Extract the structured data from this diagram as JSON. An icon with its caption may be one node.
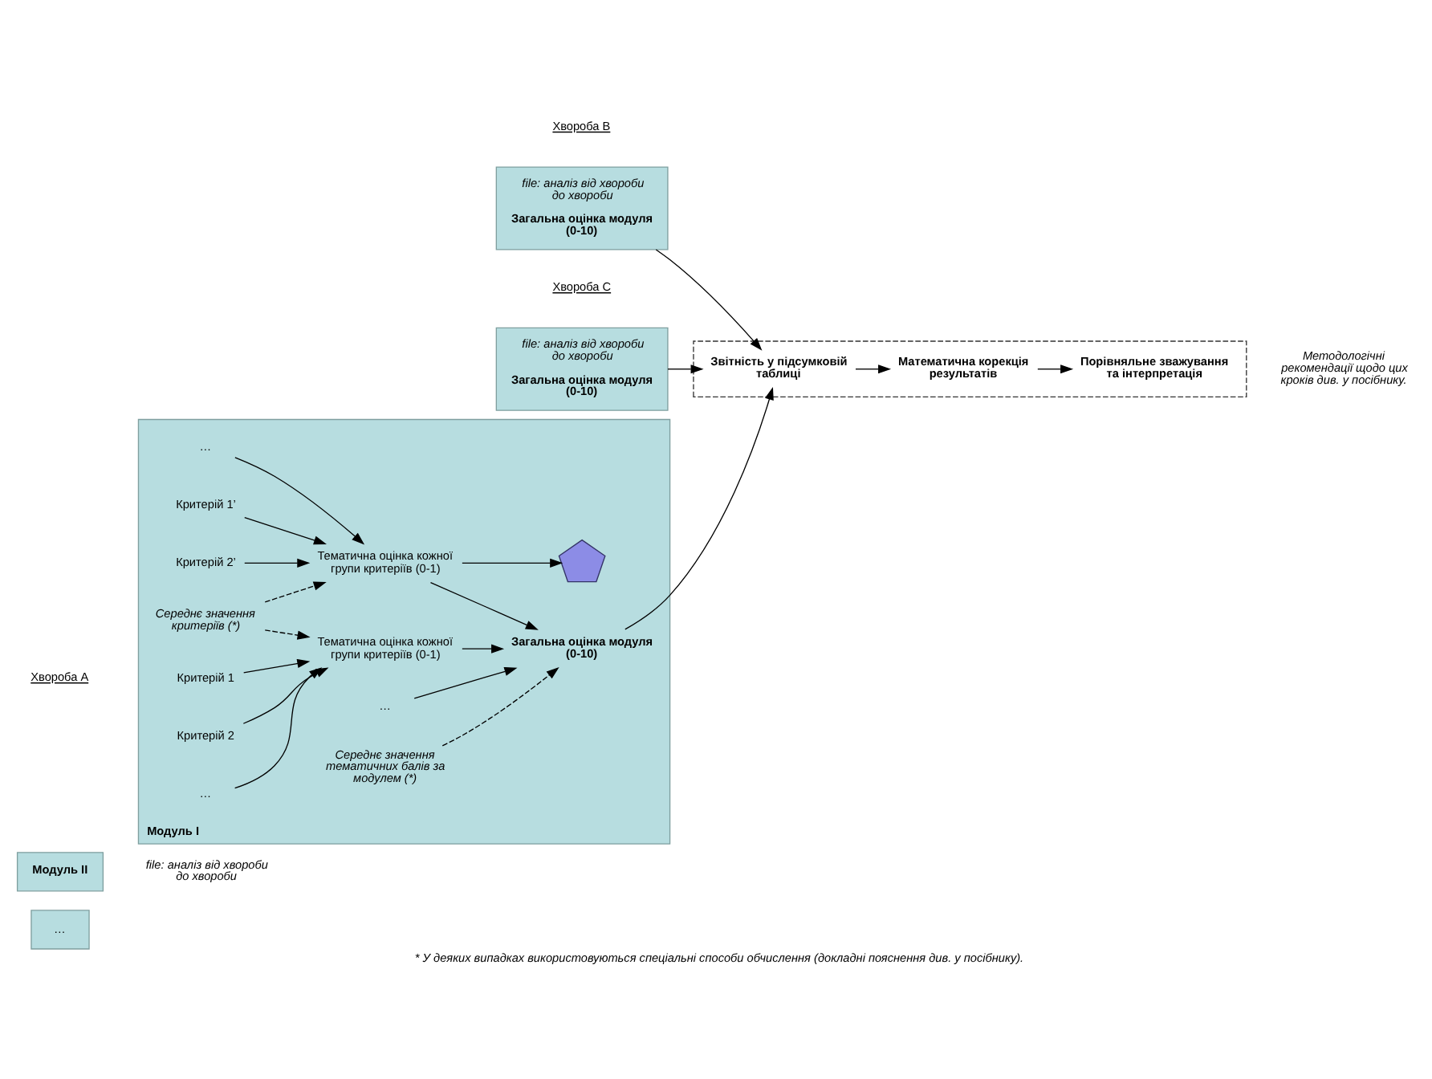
{
  "diagram": {
    "caption": "* У деяких випадках використовуються спеціальні способи обчислення (докладні пояснення див. у посібнику).",
    "nodes": [
      {
        "text": [
          "…"
        ]
      },
      {
        "text": [
          "Модуль II"
        ]
      },
      {
        "text": [
          "Модуль I"
        ],
        "beside": [
          "Хвороба А"
        ]
      },
      {
        "text": [
          "Критерій 1"
        ],
        "in": 2
      },
      {
        "text": [
          "Критерій 2"
        ],
        "in": 2
      },
      {
        "text": [
          "…"
        ],
        "in": 2
      },
      {
        "text": [
          "Тематична оцінка кожної групи критеріїв (0-1)"
        ],
        "in": 2
      },
      {
        "text": [
          "Критерій 1’"
        ],
        "in": 2
      },
      {
        "text": [
          "Критерій 2’"
        ],
        "in": 2
      },
      {
        "text": [
          "…"
        ],
        "in": 2
      },
      {
        "text": [
          "Тематична оцінка кожної групи критеріїв (0-1)"
        ],
        "in": 2
      },
      {
        "text": [
          "Середнє значення критеріїв (*)"
        ],
        "in": 2
      },
      {
        "text": [
          "Середнє значення тематичних балів за модулем (*)"
        ],
        "in": 2
      },
      {
        "text": [
          "Загальна оцінка модуля (0-10)"
        ],
        "in": 2
      },
      {
        "text": [],
        "shape": "picture",
        "in": 2
      },
      {
        "text": [
          "…"
        ],
        "in": 2
      },
      {
        "text": [
          "file: аналіз від хвороби до хвороби",
          "Загальна оцінка модуля (0-10)"
        ],
        "beside": [
          "Хвороба В"
        ]
      },
      {
        "text": [
          "file: аналіз від хвороби до хвороби",
          "Загальна оцінка модуля (0-10)"
        ],
        "beside": [
          "Хвороба С"
        ]
      },
      {
        "text": [],
        "shape": "box",
        "beside": [
          "Методологічні рекомендації щодо цих кроків див. у посібнику."
        ]
      },
      {
        "text": [
          "Звітність у підсумковій таблиці"
        ],
        "in": 18
      },
      {
        "text": [
          "Математична корекція результатів"
        ],
        "in": 18
      },
      {
        "text": [
          "Порівняльне зважування та інтерпретація"
        ],
        "in": 18
      }
    ],
    "edges": [
      {
        "from": 3,
        "to": 6,
        "arrow": "to"
      },
      {
        "from": 4,
        "to": 6,
        "arrow": "to"
      },
      {
        "from": 5,
        "to": 6,
        "arrow": "to"
      },
      {
        "from": 7,
        "to": 10,
        "arrow": "to"
      },
      {
        "from": 8,
        "to": 10,
        "arrow": "to"
      },
      {
        "from": 9,
        "to": 10,
        "arrow": "to"
      },
      {
        "from": 11,
        "to": 6,
        "arrow": "to",
        "style": "dashed"
      },
      {
        "from": 11,
        "to": 10,
        "arrow": "to",
        "style": "dashed"
      },
      {
        "from": 6,
        "to": 13,
        "arrow": "to"
      },
      {
        "from": 10,
        "to": 13,
        "arrow": "to"
      },
      {
        "from": 15,
        "to": 13,
        "arrow": "to"
      },
      {
        "from": 10,
        "to": 14,
        "arrow": "to"
      },
      {
        "from": 12,
        "to": 13,
        "arrow": "to",
        "style": "dashed"
      },
      {
        "from": 13,
        "to": 19,
        "arrow": "to"
      },
      {
        "from": 16,
        "to": 19,
        "arrow": "to"
      },
      {
        "from": 17,
        "to": 19,
        "arrow": "to"
      },
      {
        "from": 19,
        "to": 20,
        "arrow": "to"
      },
      {
        "from": 20,
        "to": 21,
        "arrow": "to"
      }
    ],
    "labels": [
      "file: аналіз від хвороби до хвороби"
    ]
  }
}
